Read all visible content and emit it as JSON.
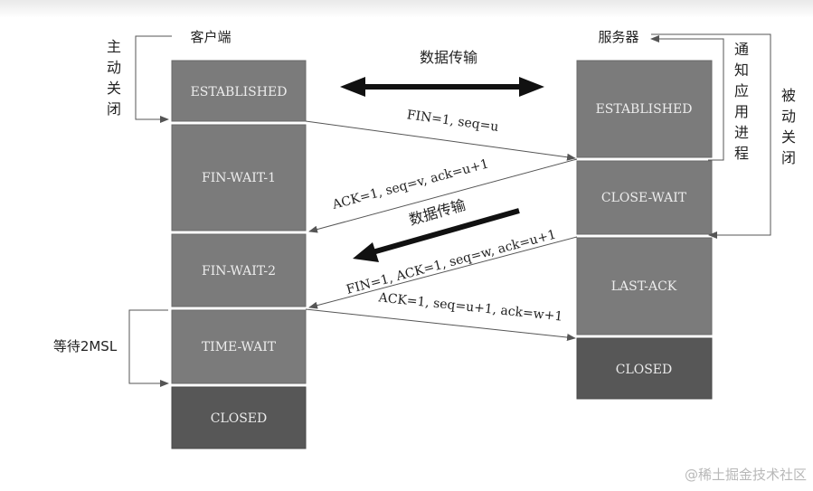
{
  "client": {
    "title": "客户端",
    "states": [
      "ESTABLISHED",
      "FIN-WAIT-1",
      "FIN-WAIT-2",
      "TIME-WAIT",
      "CLOSED"
    ]
  },
  "server": {
    "title": "服务器",
    "states": [
      "ESTABLISHED",
      "CLOSE-WAIT",
      "LAST-ACK",
      "CLOSED"
    ]
  },
  "labels": {
    "active_close": [
      "主",
      "动",
      "关",
      "闭"
    ],
    "passive_close": [
      "被",
      "动",
      "关",
      "闭"
    ],
    "notify_app": [
      "通",
      "知",
      "应",
      "用",
      "进",
      "程"
    ],
    "data_transfer_top": "数据传输",
    "data_transfer_mid": "数据传输",
    "wait_2msl": "等待2MSL"
  },
  "messages": {
    "fin1": "FIN=1, seq=u",
    "ack1": "ACK=1, seq=v, ack=u+1",
    "fin2": "FIN=1, ACK=1, seq=w, ack=u+1",
    "ack2": "ACK=1, seq=u+1, ack=w+1"
  },
  "watermark": "@稀土掘金技术社区",
  "colors": {
    "box": "#7b7b7b",
    "box_dark": "#575757",
    "box_text": "#ececec",
    "line": "#555555",
    "text": "#222222"
  }
}
